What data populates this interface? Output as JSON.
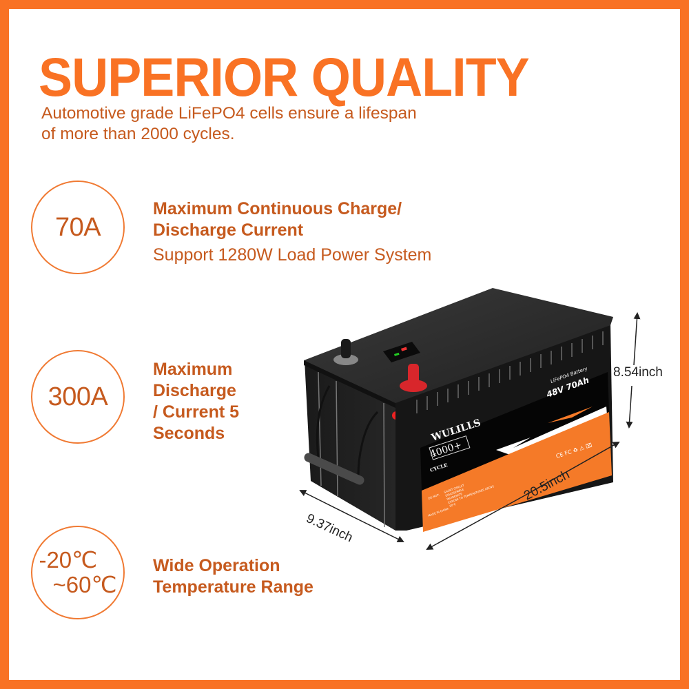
{
  "header": {
    "title": "SUPERIOR QUALITY",
    "subtitle": "Automotive grade LiFePO4 cells ensure a lifespan of more than 2000 cycles."
  },
  "features": [
    {
      "badge": "70A",
      "heading": "Maximum Continuous Charge/ Discharge Current",
      "heading_lines": [
        "Maximum Continuous Charge/",
        "Discharge Current"
      ],
      "description": "Support 1280W Load Power System"
    },
    {
      "badge": "300A",
      "heading": "Maximum Discharge / Current 5 Seconds",
      "heading_lines": [
        "Maximum",
        "Discharge",
        "/ Current 5",
        "Seconds"
      ]
    },
    {
      "badge_lines": [
        "-20℃",
        "~60℃"
      ],
      "heading": "Wide Operation Temperature Range",
      "heading_lines": [
        "Wide Operation",
        "Temperature Range"
      ]
    }
  ],
  "product": {
    "brand": "WULILLS",
    "chemistry_label": "LiFePO4 Battery",
    "rating": "48V 70Ah",
    "cycle_badge": "4000+",
    "cycle_label": "CYCLE",
    "certifications": [
      "CE",
      "FC",
      "recycle-icon",
      "RoHS",
      "weee-bin-icon"
    ],
    "warning_label": "DO NOT:",
    "warnings": [
      "SHORT CIRCUIT",
      "DISASSEMBLE",
      "INCINERATE",
      "EXPOSE TO TEMPERATURES ABOVE",
      "60℃"
    ],
    "origin": "MADE IN CHINA",
    "dimensions": {
      "height": "8.54inch",
      "length": "20.5inch",
      "width": "9.37inch"
    }
  },
  "colors": {
    "brand_orange": "#F97224",
    "text_orange": "#C65A1E",
    "circle_stroke": "#F07A33",
    "battery_body": "#1c1c1c",
    "terminal_red": "#d8262b"
  }
}
